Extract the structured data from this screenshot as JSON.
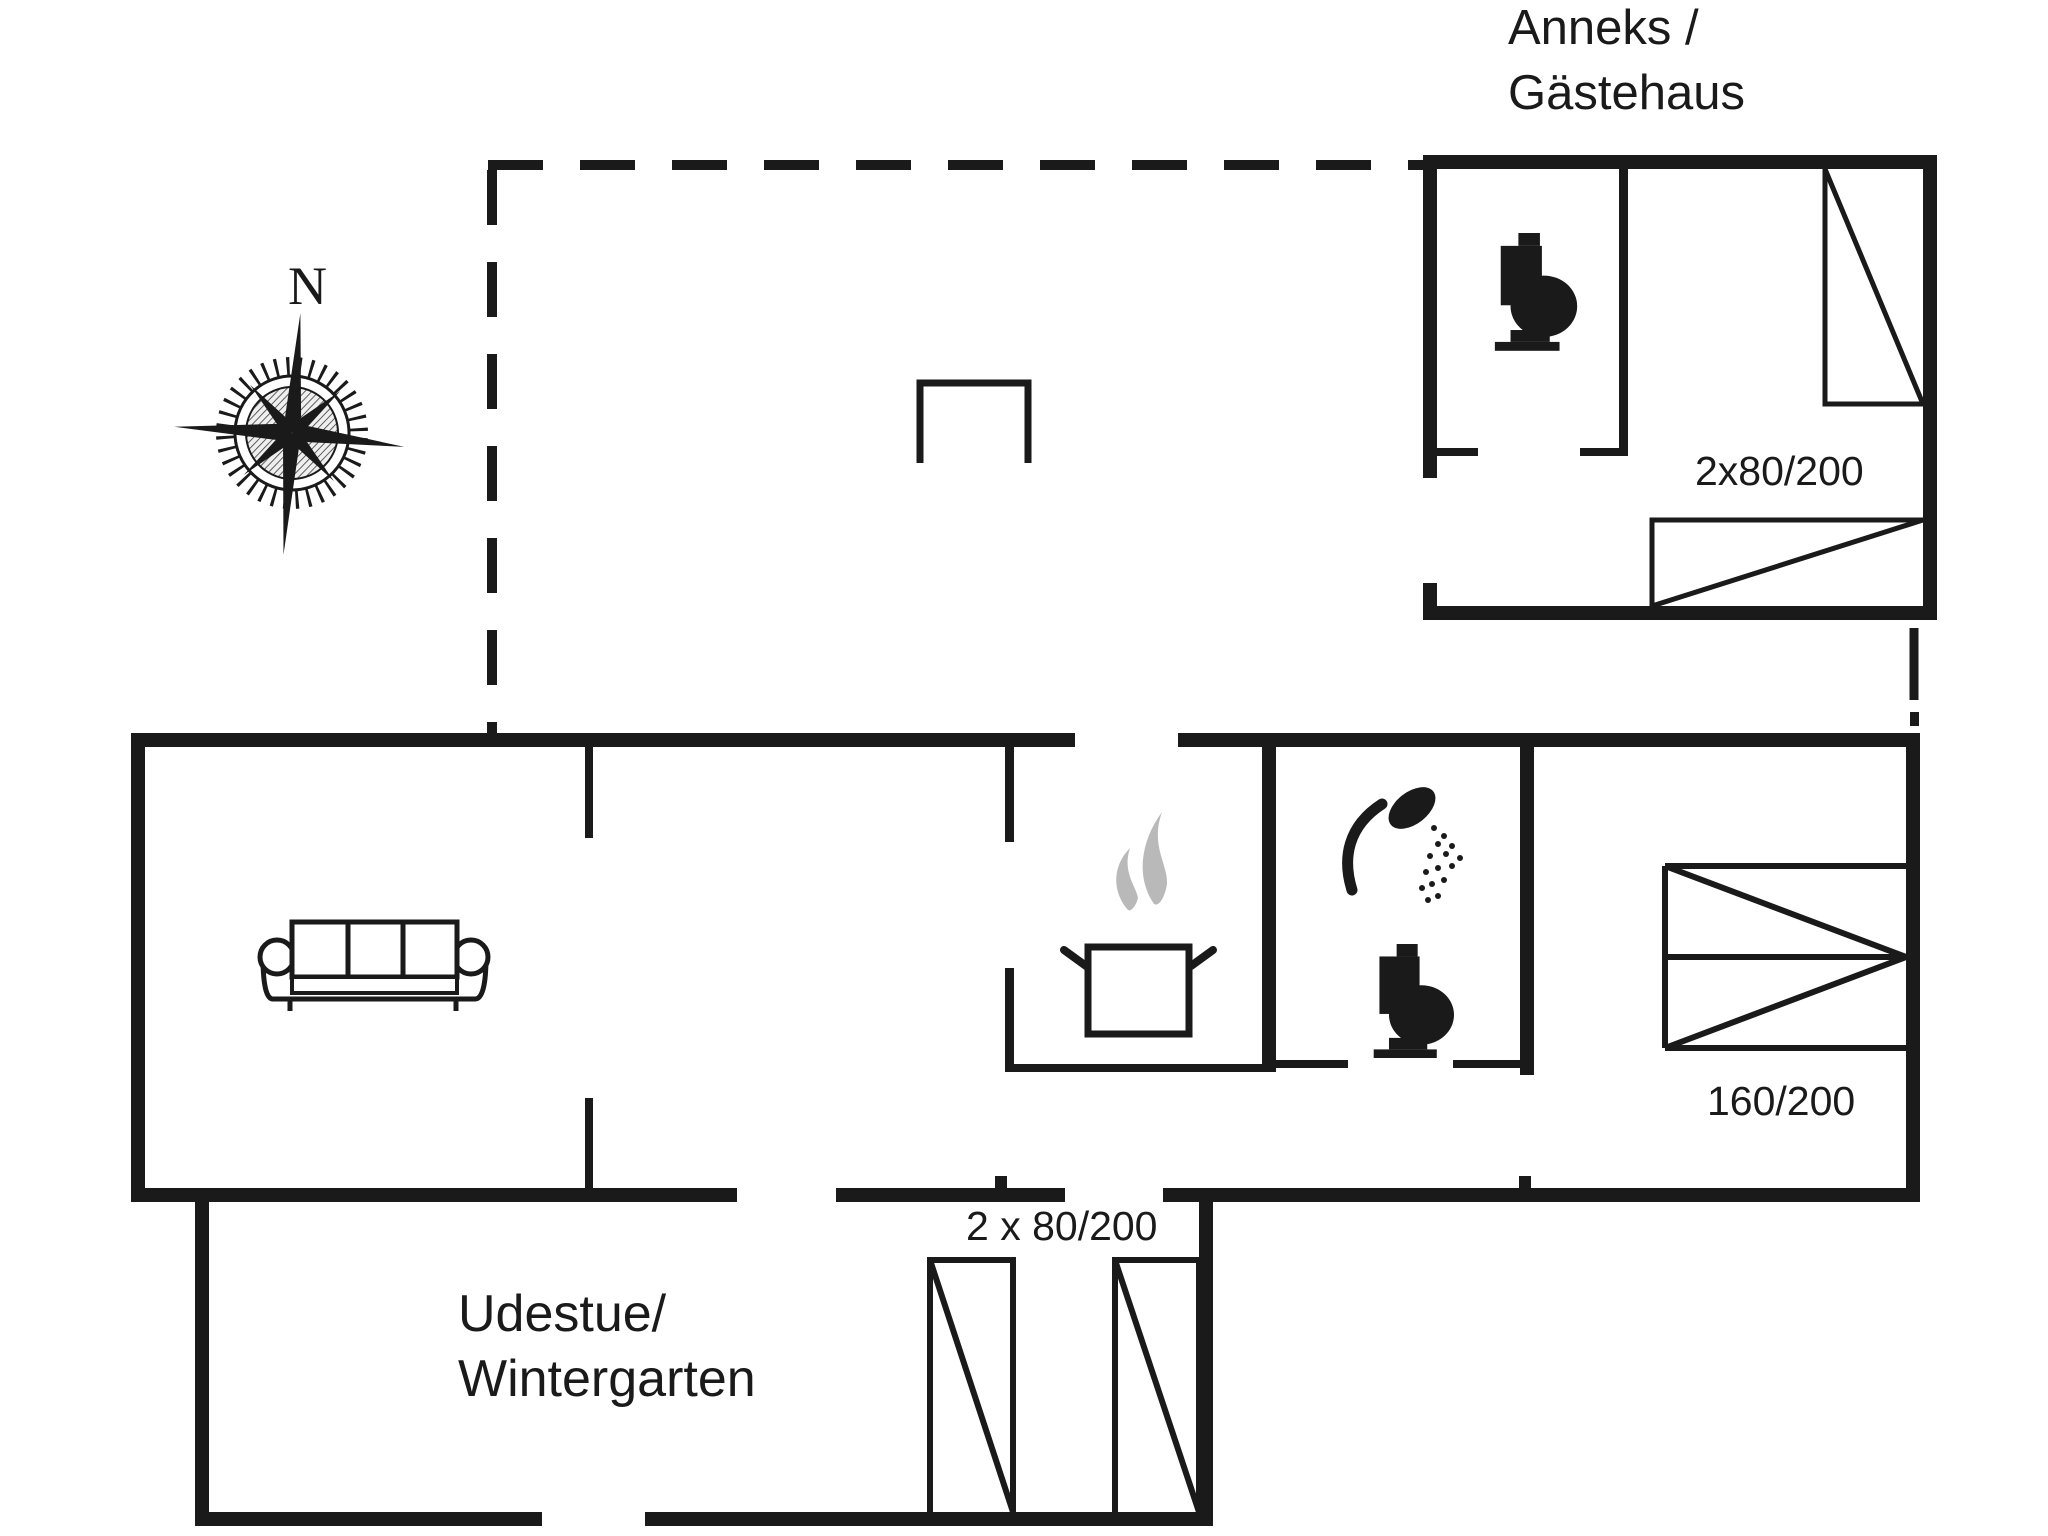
{
  "document": {
    "type": "floor-plan",
    "language": "Danish / German"
  },
  "colors": {
    "ink": "#1a1a1a",
    "background": "#ffffff",
    "steam_gray": "#b9b9b9"
  },
  "labels": {
    "annex_title_line1": "Anneks /",
    "annex_title_line2": "Gästehaus",
    "annex_beds_dimension": "2x80/200",
    "double_bed_dimension": "160/200",
    "wintergarden_beds_dimension": "2 x 80/200",
    "wintergarden_line1": "Udestue/",
    "wintergarden_line2": "Wintergarten",
    "compass_north": "N"
  },
  "icons": {
    "compass": "compass-rose-icon",
    "toilet_annex": "toilet-icon",
    "toilet_bathroom": "toilet-icon",
    "shower": "shower-head-icon",
    "sofa": "sofa-icon",
    "stove": "cooking-pot-icon",
    "beds": "bed-symbol"
  }
}
